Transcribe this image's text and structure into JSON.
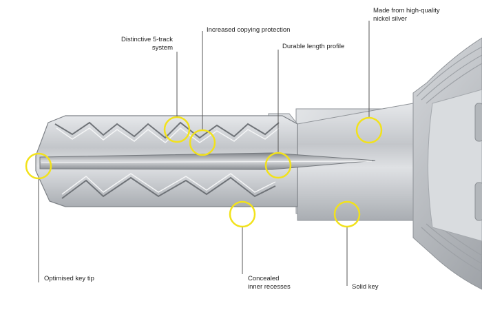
{
  "diagram": {
    "labels": {
      "five_track": "Distinctive 5-track\nsystem",
      "copy_protection": "Increased copying protection",
      "length_profile": "Durable length profile",
      "material": "Made from high-quality\nnickel silver",
      "key_tip": "Optimised key tip",
      "inner_recesses": "Concealed\ninner recesses",
      "solid_key": "Solid key"
    },
    "colors": {
      "callout_circle": "#f2e21b",
      "leader_line": "#555555",
      "key_metal": "#c9ccd0",
      "key_shadow": "#8e9297",
      "key_highlight": "#eef0f2"
    }
  }
}
